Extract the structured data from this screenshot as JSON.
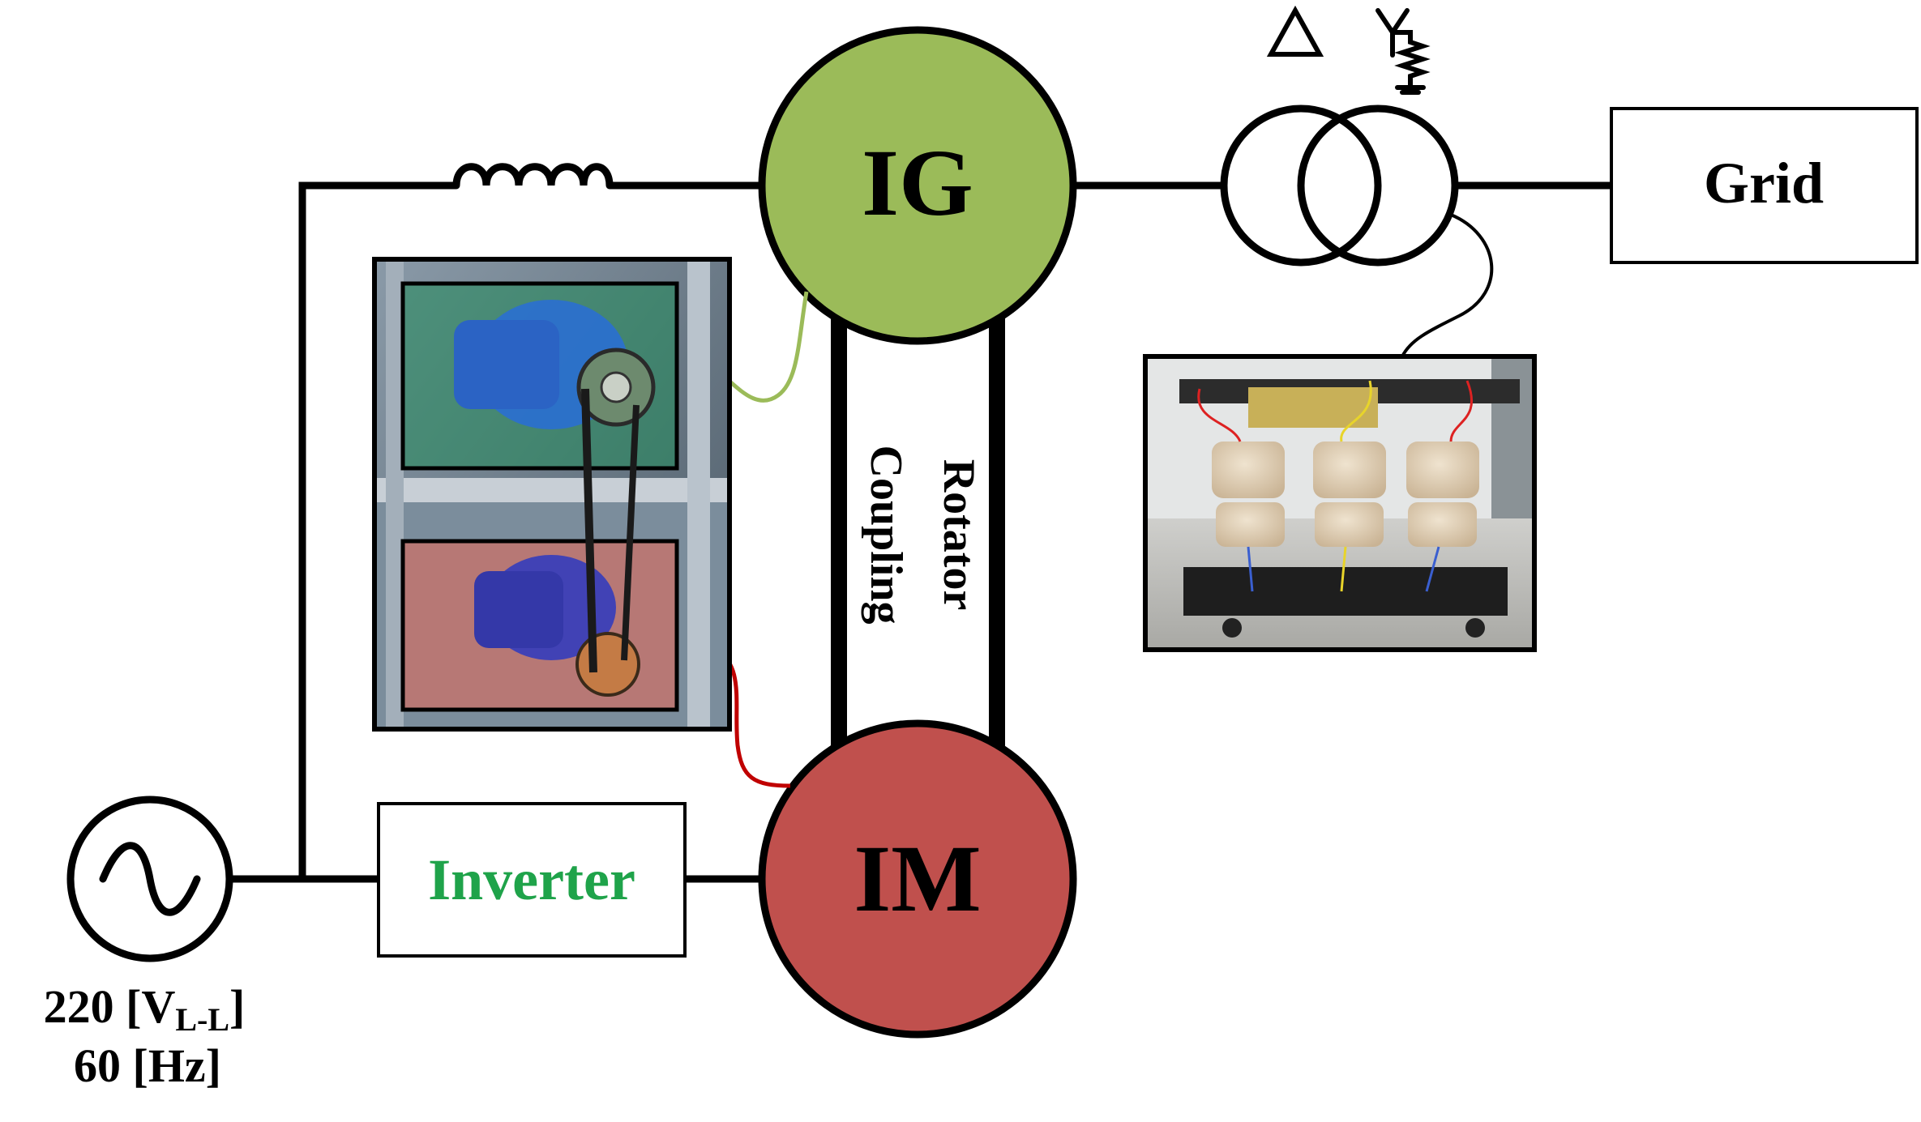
{
  "blocks": {
    "ig_label": "IG",
    "im_label": "IM",
    "grid_label": "Grid",
    "inverter_label": "Inverter",
    "coupling_line1": "Rotator",
    "coupling_line2": "Coupling"
  },
  "transformer": {
    "primary_symbol": "Δ",
    "secondary_symbol": "Y"
  },
  "source": {
    "voltage_value": "220 [V",
    "voltage_subscript": "L-L",
    "voltage_close": "]",
    "frequency": "60 [Hz]"
  },
  "colors": {
    "ig_fill": "#9bbb59",
    "im_fill": "#c0504d",
    "inverter_text": "#1fa34a",
    "line": "#000000",
    "green_wire": "#9bbb59",
    "red_wire": "#c00000"
  },
  "icons": {
    "source": "ac-sine-source-icon",
    "inductor": "inductor-coil-icon",
    "transformer": "two-winding-transformer-icon",
    "ground": "ground-icon"
  }
}
